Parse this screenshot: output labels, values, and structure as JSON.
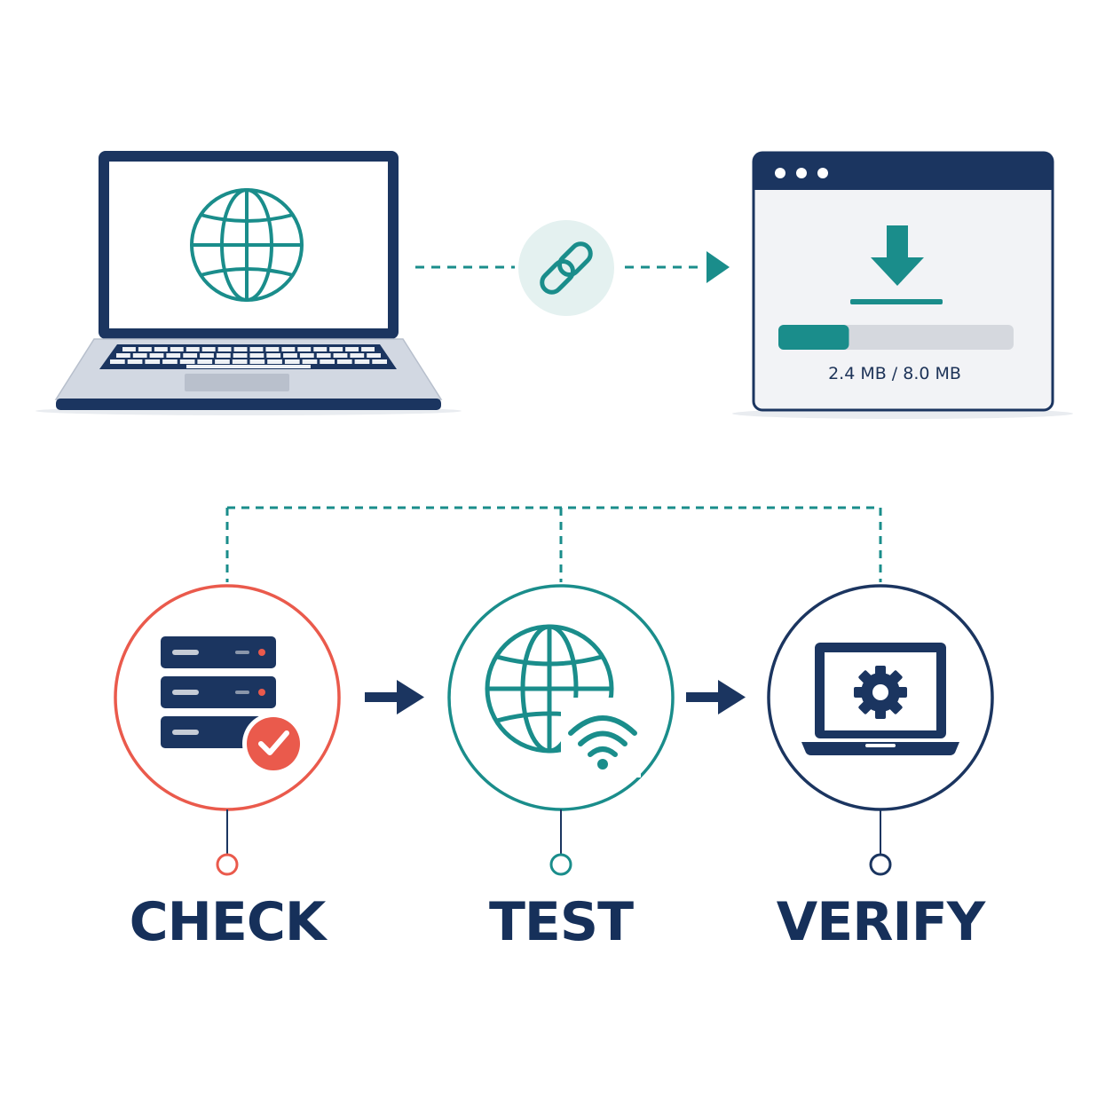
{
  "colors": {
    "navy": "#1b3560",
    "teal": "#1a8d8b",
    "coral": "#ea5a4c",
    "screen_bg": "#f0f2f5",
    "keyboard_deck": "#d0d6e0",
    "progress_track": "#d5d8de",
    "link_bubble": "#e4f1f0"
  },
  "icons": [
    "laptop-icon",
    "globe-icon",
    "link-icon",
    "download-arrow-icon",
    "server-icon",
    "check-badge-icon",
    "wifi-icon",
    "gear-icon"
  ],
  "download": {
    "progress_fraction": 0.3,
    "size_text": "2.4 MB / 8.0 MB"
  },
  "steps": [
    {
      "label": "CHECK",
      "icon": "server-icon",
      "color": "#ea5a4c"
    },
    {
      "label": "TEST",
      "icon": "globe-wifi-icon",
      "color": "#1a8d8b"
    },
    {
      "label": "VERIFY",
      "icon": "laptop-gear-icon",
      "color": "#1b3560"
    }
  ]
}
